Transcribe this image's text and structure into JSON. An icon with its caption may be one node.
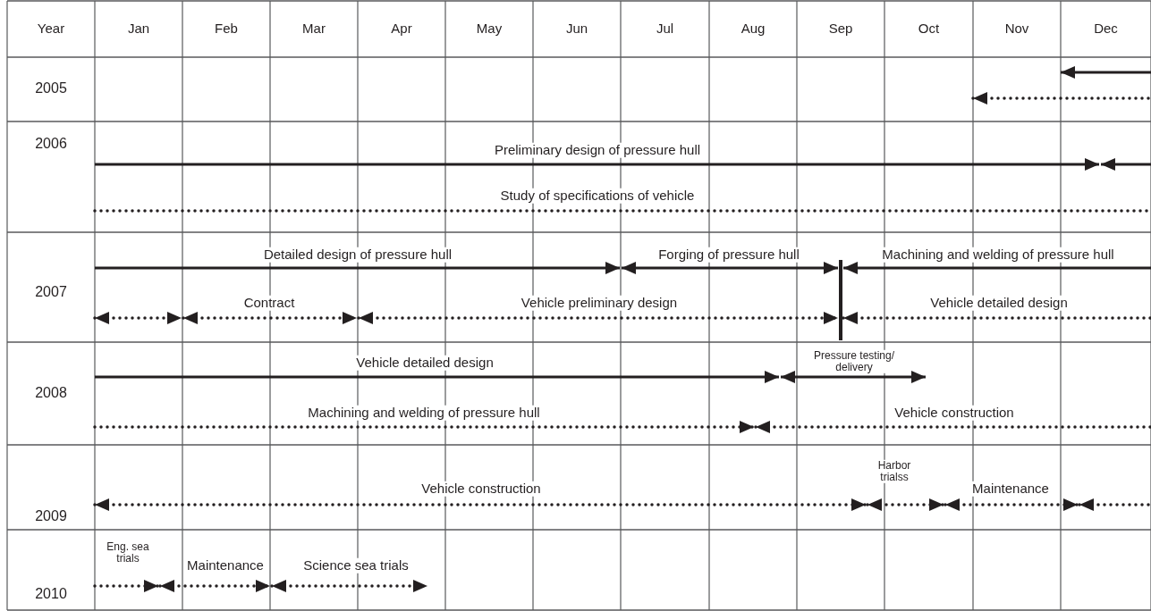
{
  "diagram": {
    "labels": [
      "Year",
      "Jan",
      "Feb",
      "Mar",
      "Apr",
      "May",
      "Jun",
      "Jul",
      "Aug",
      "Sep",
      "Oct",
      "Nov",
      "Dec",
      "2005",
      "2006",
      "Preliminary design of pressure hull",
      "Study of specifications of vehicle",
      "Detailed design of pressure hull",
      "Forging of pressure hull",
      "Machining and welding of pressure hull",
      "2007",
      "Contract",
      "Vehicle preliminary design",
      "Vehicle detailed design",
      "Pressure testing/ delivery",
      "Vehicle detailed design",
      "2008",
      "Machining and welding of pressure hull",
      "Vehicle construction",
      "Harbor trialss",
      "Vehicle construction",
      "2009",
      "Maintenance",
      "Eng. sea trials",
      "2010",
      "Maintenance",
      "Science sea trials"
    ]
  }
}
